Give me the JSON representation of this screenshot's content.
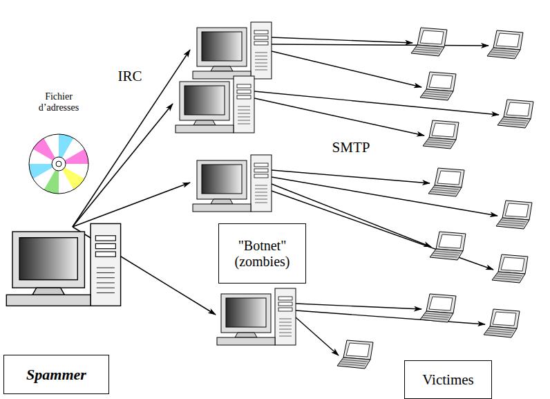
{
  "diagram": {
    "nodes": [
      {
        "text": [
          "Spammer"
        ]
      },
      {
        "text": [
          "\"Botnet\" (zombies)"
        ]
      },
      {
        "text": [
          "Victimes"
        ]
      }
    ],
    "labels": [
      "Fichier d’adresses",
      "IRC",
      "SMTP"
    ]
  }
}
